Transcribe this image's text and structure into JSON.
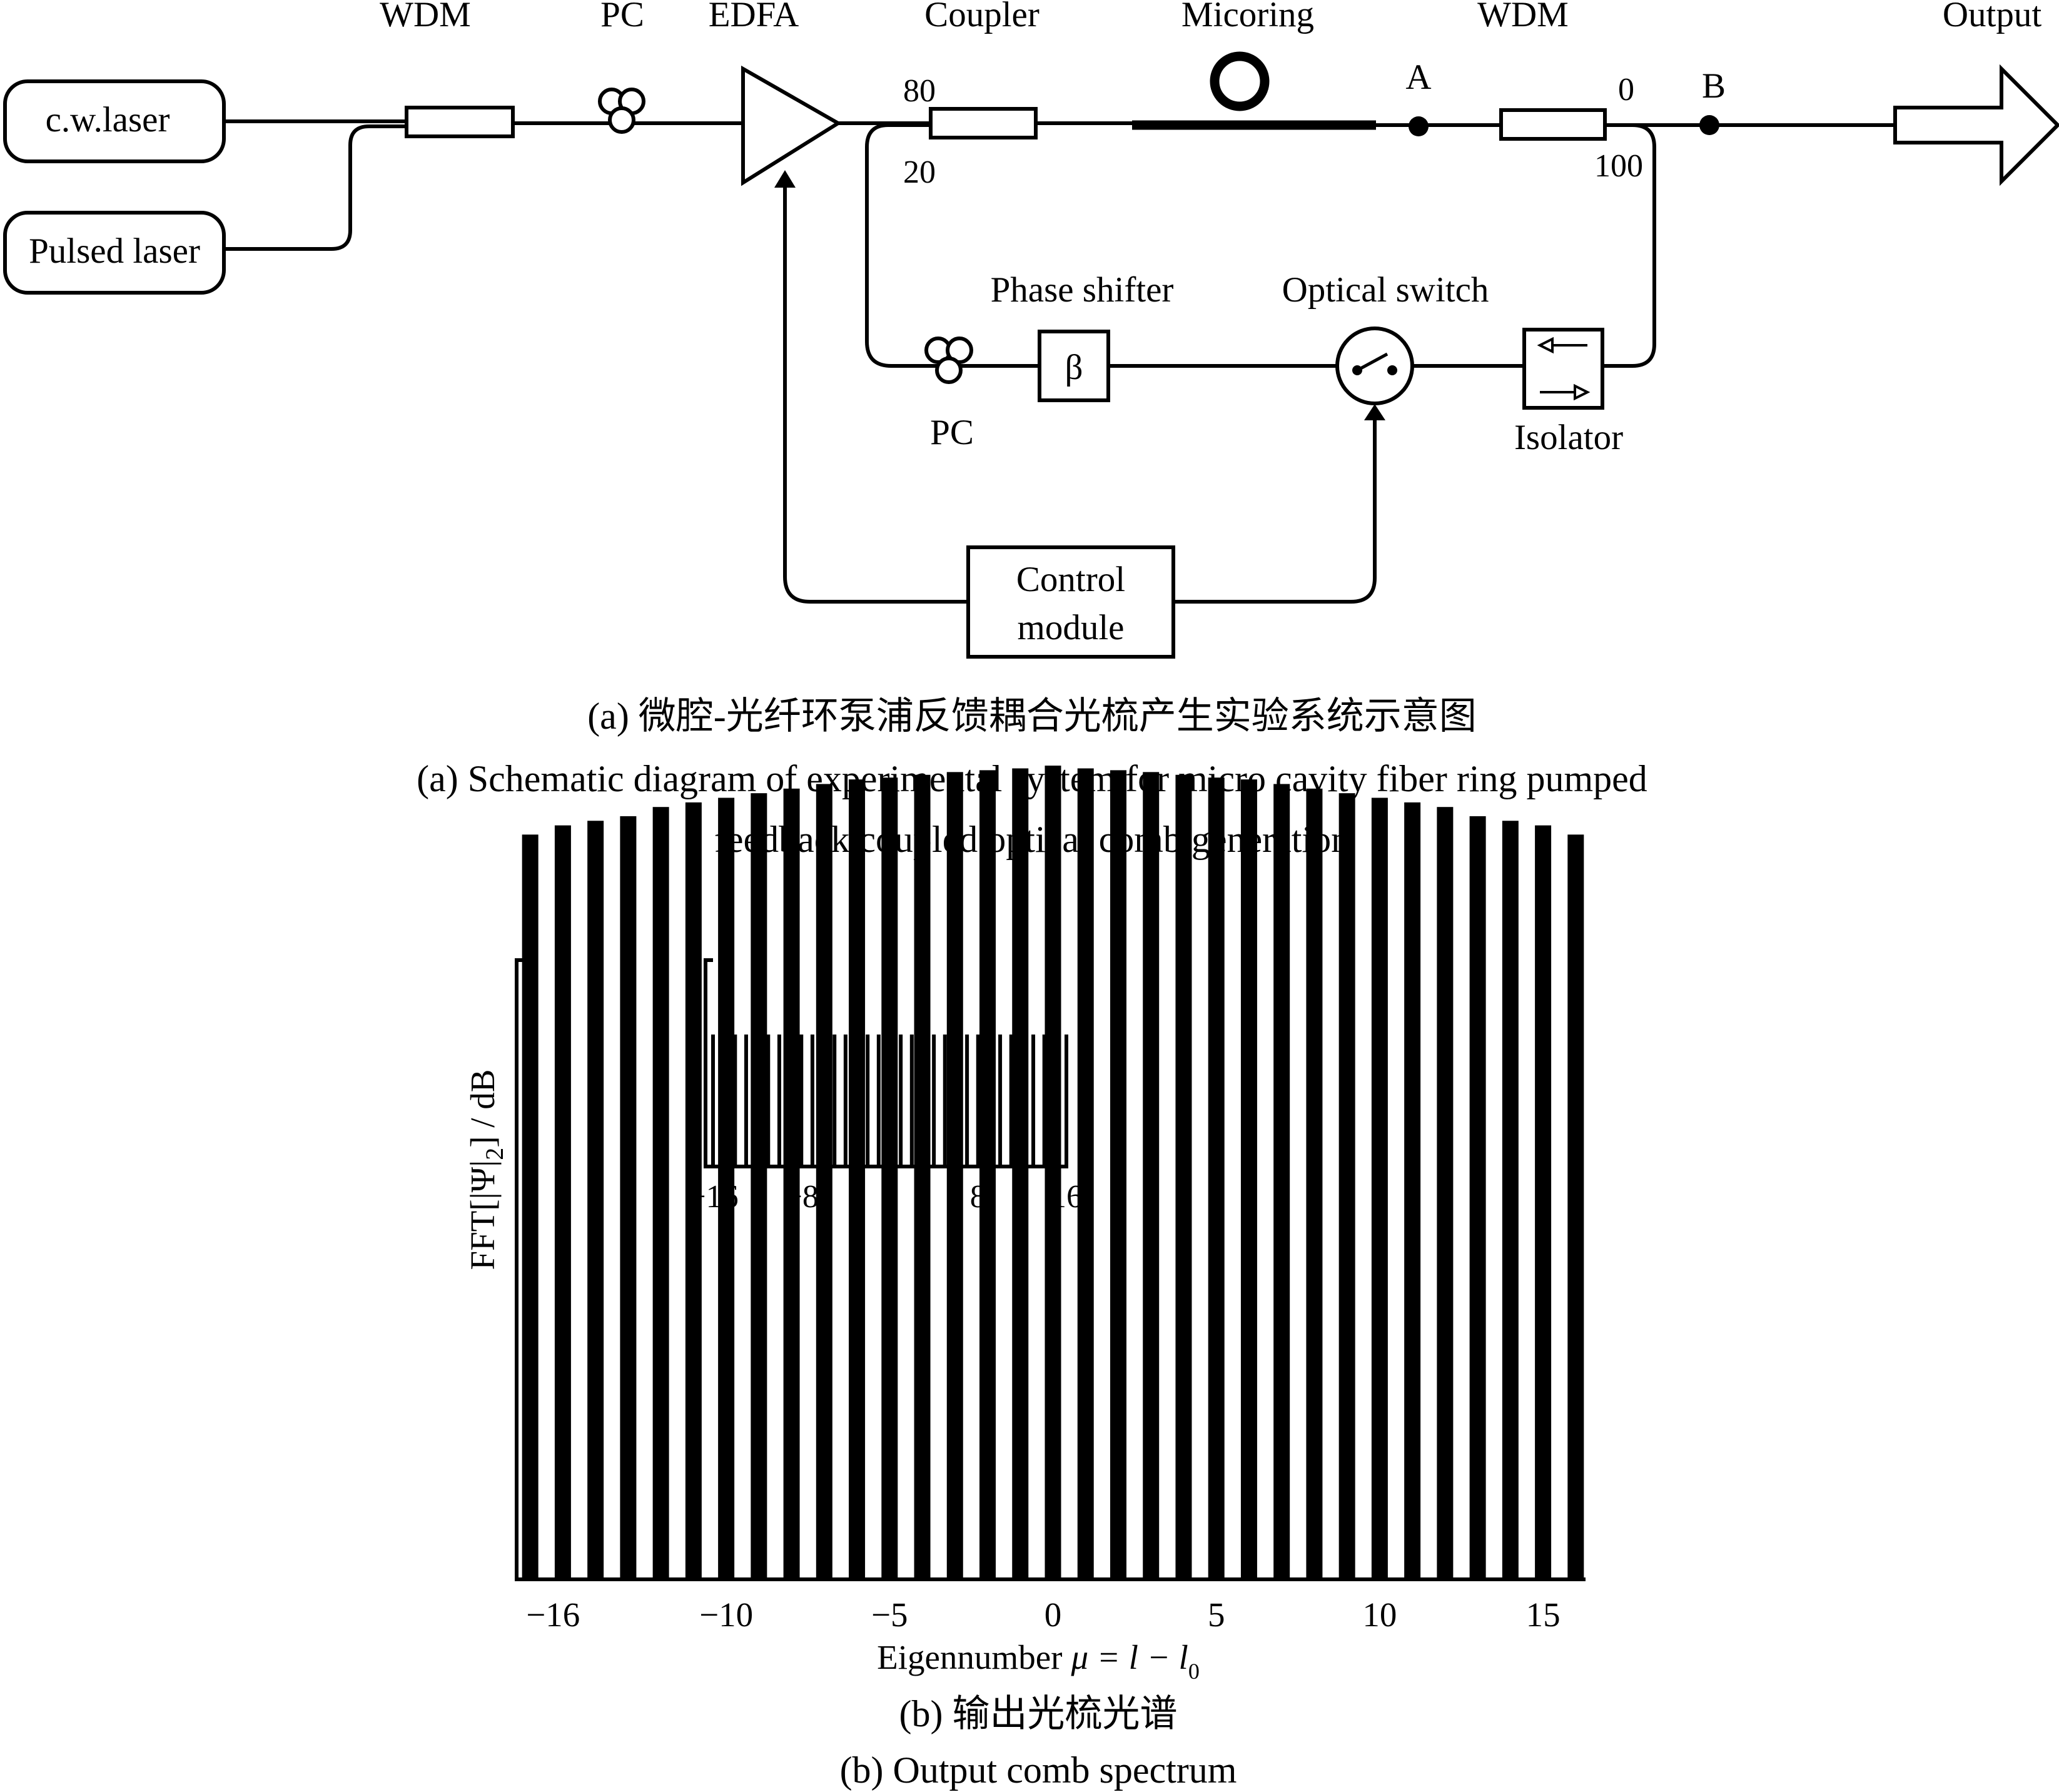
{
  "diagram": {
    "top_labels": {
      "wdm_in": "WDM",
      "pc_top": "PC",
      "edfa": "EDFA",
      "coupler": "Coupler",
      "microring": "Micoring",
      "wdm_out": "WDM",
      "output": "Output"
    },
    "sources": {
      "cw": "c.w.laser",
      "pulsed": "Pulsed laser"
    },
    "port_labels": {
      "coupler_80": "80",
      "coupler_20": "20",
      "point_a": "A",
      "point_b": "B",
      "wdm_0": "0",
      "wdm_100": "100"
    },
    "loop_labels": {
      "phase_shifter": "Phase shifter",
      "beta": "β",
      "optical_switch": "Optical switch",
      "pc_bottom": "PC",
      "isolator": "Isolator",
      "control_line1": "Control",
      "control_line2": "module"
    },
    "caption_cn": "(a) 微腔-光纤环泵浦反馈耦合光梳产生实验系统示意图",
    "caption_en_line1": "(a) Schematic diagram of experimental system for micro cavity fiber ring pumped",
    "caption_en_line2": "feedback coupled optical comb generation"
  },
  "chart_data": [
    {
      "type": "bar",
      "x": [
        -16,
        -15,
        -14,
        -13,
        -12,
        -11,
        -10,
        -9,
        -8,
        -7,
        -6,
        -5,
        -4,
        -3,
        -2,
        -1,
        0,
        1,
        2,
        3,
        4,
        5,
        6,
        7,
        8,
        9,
        10,
        11,
        12,
        13,
        14,
        15,
        16
      ],
      "values": [
        0.81,
        0.82,
        0.825,
        0.83,
        0.84,
        0.845,
        0.85,
        0.855,
        0.86,
        0.865,
        0.87,
        0.872,
        0.875,
        0.878,
        0.88,
        0.882,
        0.885,
        0.882,
        0.88,
        0.878,
        0.875,
        0.872,
        0.87,
        0.865,
        0.86,
        0.855,
        0.85,
        0.845,
        0.84,
        0.83,
        0.825,
        0.82,
        0.81
      ],
      "xticks": [
        "−16",
        "−10",
        "−5",
        "0",
        "5",
        "10",
        "15"
      ],
      "xtick_values": [
        -15.3,
        -10,
        -5,
        0,
        5,
        10,
        15
      ],
      "xlim": [
        -16.3,
        16.3
      ],
      "ylim": [
        0,
        1
      ],
      "xlabel": "Eigennumber",
      "xlabel_eq": "μ = l − l",
      "xlabel_sub": "0",
      "ylabel": "FFT[|Ψ|",
      "ylabel_sub": "2",
      "ylabel_tail": "] / dB",
      "grid": false
    },
    {
      "type": "bar",
      "x": [
        -16,
        -15,
        -14,
        -13,
        -12,
        -11,
        -10,
        -9,
        -8,
        -7,
        -6,
        -5,
        -4,
        -3,
        -2,
        -1,
        0,
        1,
        2,
        3,
        4,
        5,
        6,
        7,
        8,
        9,
        10,
        11,
        12,
        13,
        14,
        15,
        16
      ],
      "values": [
        0.63,
        0.63,
        0.63,
        0.63,
        0.63,
        0.63,
        0.63,
        0.63,
        0.63,
        0.63,
        0.63,
        0.63,
        0.63,
        0.63,
        0.63,
        0.63,
        0.96,
        0.63,
        0.63,
        0.63,
        0.63,
        0.63,
        0.63,
        0.63,
        0.63,
        0.63,
        0.63,
        0.63,
        0.63,
        0.63,
        0.63,
        0.63,
        0.63
      ],
      "xticks": [
        "−16",
        "−8",
        "0",
        "8",
        "16"
      ],
      "xtick_values": [
        -16,
        -8,
        0,
        8,
        16
      ],
      "xlim": [
        -16,
        16
      ],
      "ylim": [
        0,
        1
      ],
      "grid": false
    }
  ],
  "captions_b": {
    "cn": "(b) 输出光梳光谱",
    "en": "(b) Output comb spectrum"
  }
}
